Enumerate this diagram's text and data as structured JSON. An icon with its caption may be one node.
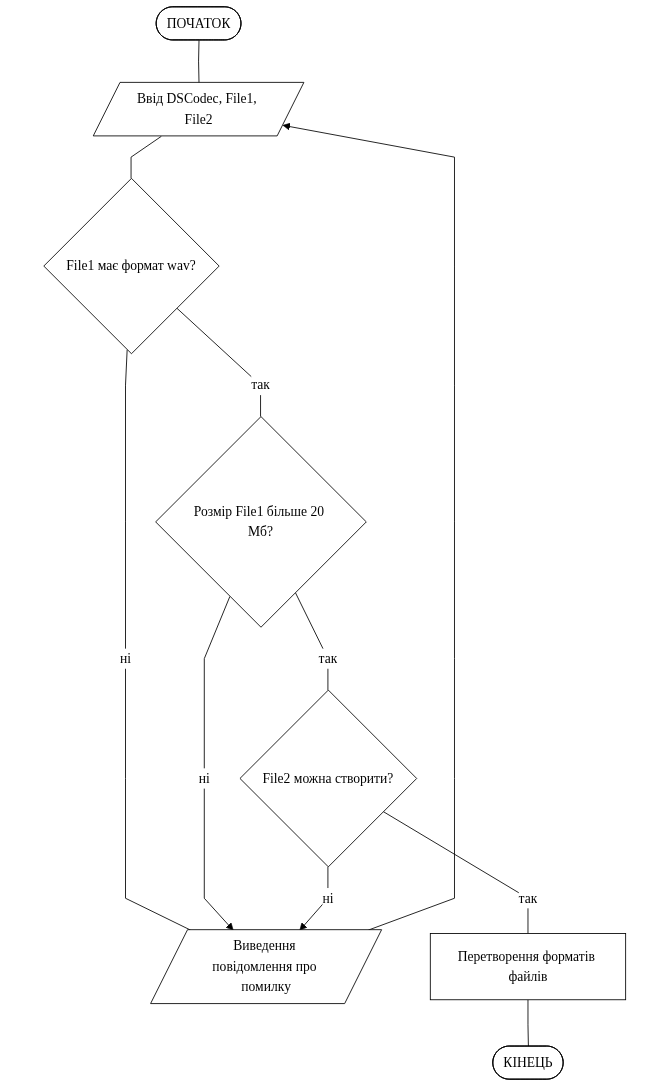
{
  "diagram": {
    "nodes": [
      {
        "text": [
          "ПОЧАТОК"
        ]
      },
      {
        "text": [
          "Ввід DSCodec, File1, File2"
        ]
      },
      {
        "text": [
          "File1 має формат wav?"
        ]
      },
      {
        "text": [
          "Виведення повідомлення про помилку"
        ]
      },
      {
        "text": [
          "Розмір File1 більше 20 Мб?"
        ]
      },
      {
        "text": [
          "File2 можна створити?"
        ]
      },
      {
        "text": [
          "Перетворення форматів файлів"
        ]
      },
      {
        "text": [
          "КІНЕЦЬ"
        ]
      }
    ],
    "edges": [
      {
        "from": 0,
        "to": 1,
        "arrow": "none"
      },
      {
        "from": 1,
        "to": 2,
        "arrow": "none"
      },
      {
        "from": 2,
        "to": 3,
        "arrow": "none",
        "label": "ні"
      },
      {
        "from": 4,
        "to": 3,
        "arrow": "to",
        "label": "ні"
      },
      {
        "from": 5,
        "to": 3,
        "arrow": "to",
        "label": "ні"
      },
      {
        "from": 3,
        "to": 1,
        "arrow": "to"
      },
      {
        "from": 2,
        "to": 4,
        "arrow": "none",
        "label": "так"
      },
      {
        "from": 4,
        "to": 5,
        "arrow": "none",
        "label": "так"
      },
      {
        "from": 5,
        "to": 6,
        "arrow": "none",
        "label": "так"
      },
      {
        "from": 6,
        "to": 7,
        "arrow": "none"
      }
    ]
  }
}
